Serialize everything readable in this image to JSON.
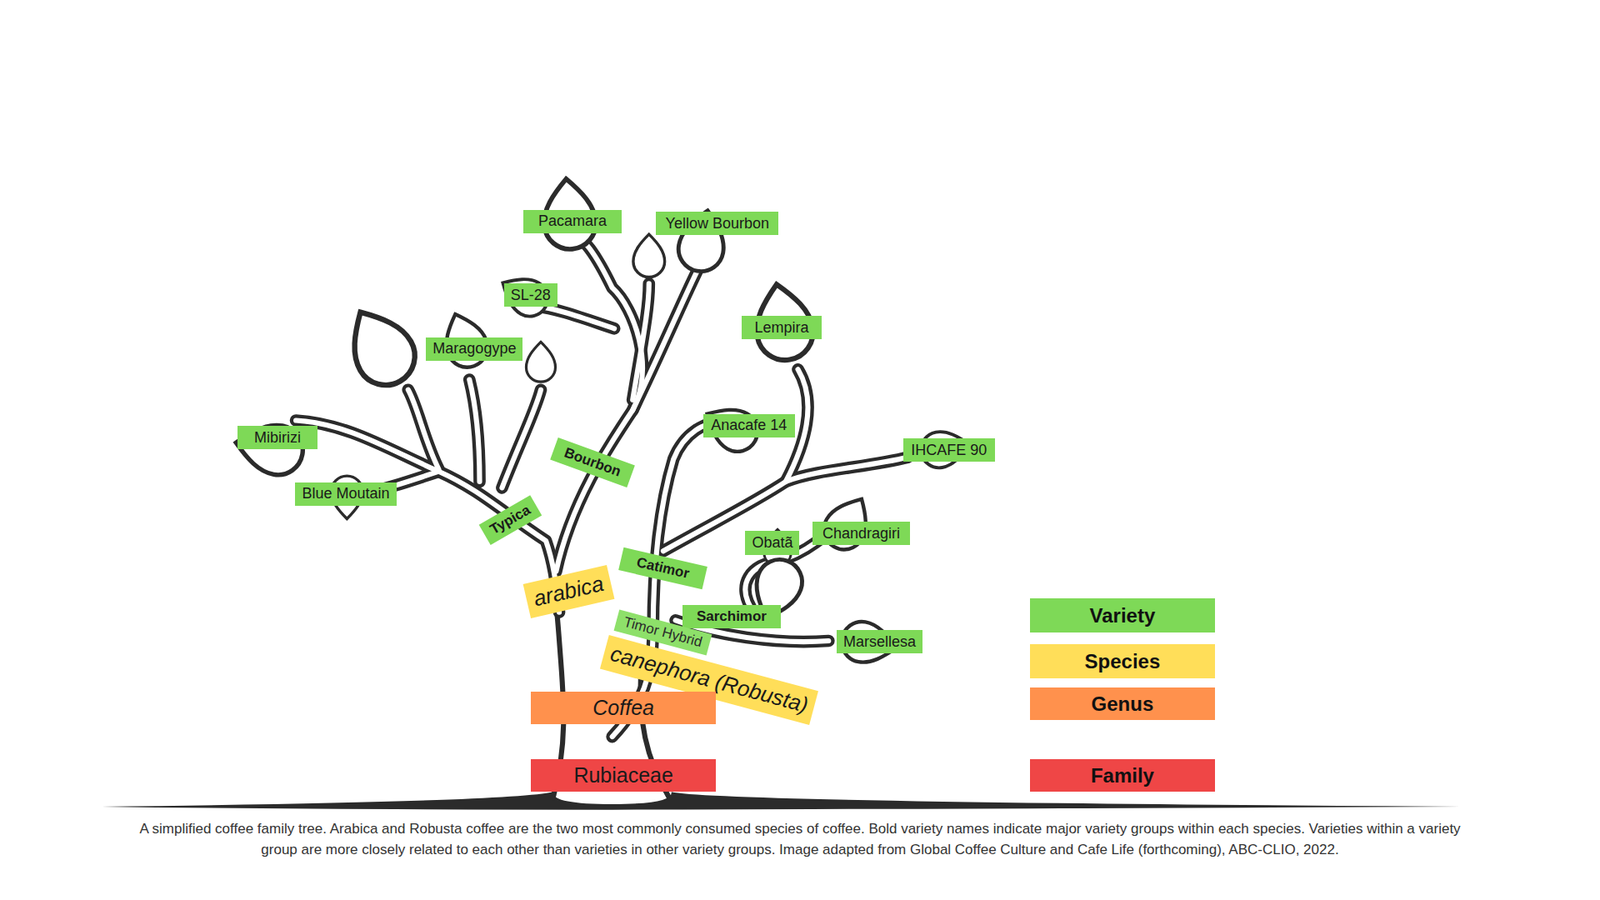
{
  "diagram": {
    "caption": "A simplified coffee family tree. Arabica and Robusta coffee are the two most commonly consumed species of coffee. Bold variety names indicate major variety groups within each species. Varieties within a variety group are more closely related to each other than varieties in other variety groups. Image adapted from Global Coffee Culture and Cafe Life (forthcoming), ABC-CLIO, 2022.",
    "nodes": [
      {
        "text": [
          "Pacamara"
        ]
      },
      {
        "text": [
          "Yellow Bourbon"
        ]
      },
      {
        "text": [
          "SL-28"
        ]
      },
      {
        "text": [
          "Lempira"
        ]
      },
      {
        "text": [
          "Maragogype"
        ]
      },
      {
        "text": [
          "Anacafe 14"
        ]
      },
      {
        "text": [
          "Mibirizi"
        ]
      },
      {
        "text": [
          "IHCAFE 90"
        ]
      },
      {
        "text": [
          "Bourbon"
        ]
      },
      {
        "text": [
          "Blue Moutain"
        ]
      },
      {
        "text": [
          "Typica"
        ]
      },
      {
        "text": [
          "Chandragiri"
        ]
      },
      {
        "text": [
          "Obatã"
        ]
      },
      {
        "text": [
          "Catimor"
        ]
      },
      {
        "text": [
          "arabica"
        ]
      },
      {
        "text": [
          "Sarchimor"
        ]
      },
      {
        "text": [
          "Timor Hybrid"
        ]
      },
      {
        "text": [
          "Marsellesa"
        ]
      },
      {
        "text": [
          "canephora (Robusta)"
        ]
      },
      {
        "text": [
          "Coffea"
        ]
      },
      {
        "text": [
          "Rubiaceae"
        ]
      }
    ],
    "legend": [
      {
        "text": "Variety",
        "color": "#7ed957"
      },
      {
        "text": "Species",
        "color": "#ffde59"
      },
      {
        "text": "Genus",
        "color": "#ff914d"
      },
      {
        "text": "Family",
        "color": "#ef4646"
      }
    ]
  }
}
